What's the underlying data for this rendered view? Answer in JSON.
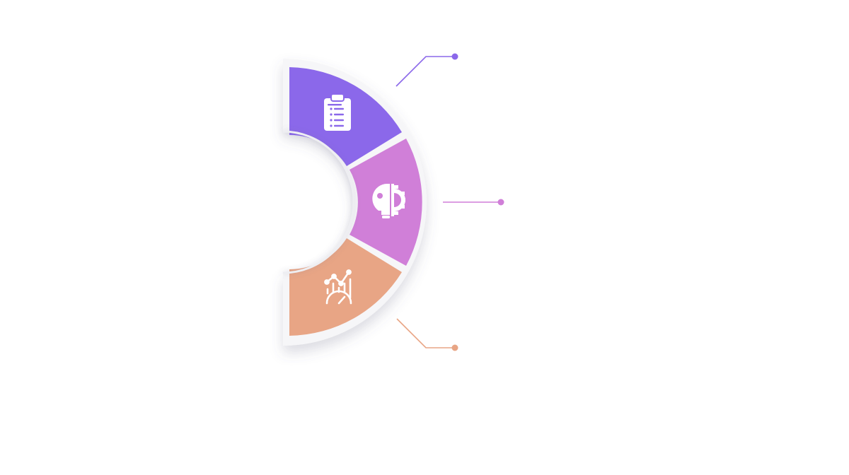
{
  "diagram": {
    "type": "half-ring-infographic",
    "background": "#ffffff",
    "segments": [
      {
        "id": "planning",
        "icon": "clipboard-list-icon",
        "color": "#8b68ea"
      },
      {
        "id": "ideas",
        "icon": "lightbulb-gear-icon",
        "color": "#d07fd8"
      },
      {
        "id": "analytics",
        "icon": "chart-gauge-icon",
        "color": "#e8a585"
      }
    ],
    "connectors": [
      {
        "segment": "planning",
        "color": "#8b68ea"
      },
      {
        "segment": "ideas",
        "color": "#d07fd8"
      },
      {
        "segment": "analytics",
        "color": "#e8a585"
      }
    ]
  }
}
